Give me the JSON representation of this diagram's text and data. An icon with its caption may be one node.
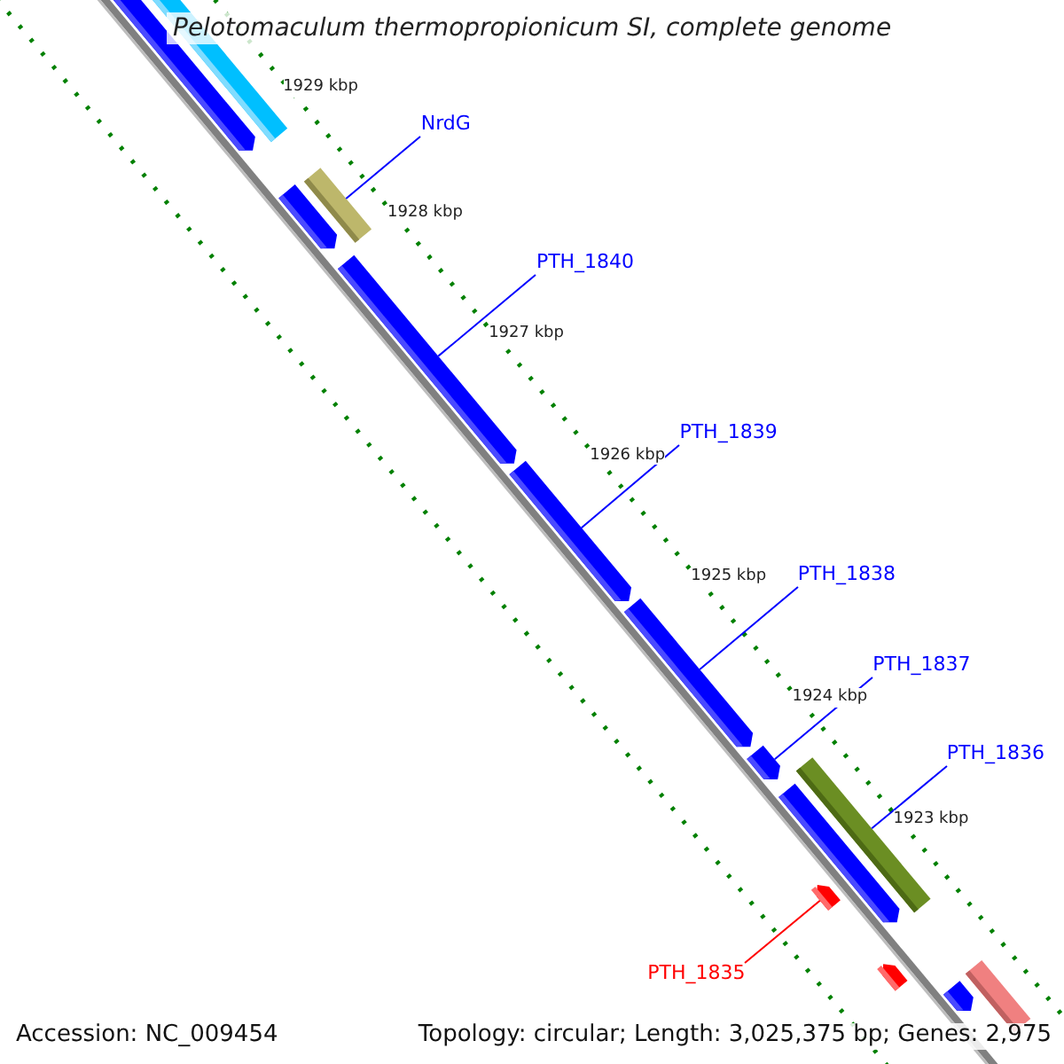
{
  "diagram": {
    "title": "Pelotomaculum thermopropionicum SI, complete genome",
    "nodes": [
      {
        "text": [],
        "shape": "bar"
      },
      {
        "text": [],
        "shape": "bar"
      },
      {
        "text": [],
        "shape": "bar"
      },
      {
        "text": [],
        "shape": "bar"
      },
      {
        "text": [],
        "shape": "bar"
      },
      {
        "text": [],
        "shape": "bar"
      },
      {
        "text": [],
        "shape": "bar"
      },
      {
        "text": [],
        "shape": "bar"
      },
      {
        "text": [],
        "shape": "bar"
      },
      {
        "text": [],
        "shape": "bar"
      },
      {
        "text": [],
        "shape": "bar"
      },
      {
        "text": [],
        "shape": "bar"
      },
      {
        "text": [],
        "shape": "bar"
      },
      {
        "text": [],
        "shape": "bar"
      },
      {
        "text": [
          "NrdG"
        ]
      },
      {
        "text": [
          "PTH_1840"
        ]
      },
      {
        "text": [
          "PTH_1839"
        ]
      },
      {
        "text": [
          "PTH_1838"
        ]
      },
      {
        "text": [
          "PTH_1837"
        ]
      },
      {
        "text": [
          "PTH_1836"
        ]
      },
      {
        "text": [
          "PTH_1835"
        ]
      }
    ],
    "edges": [
      {
        "from": 14,
        "to": 3,
        "arrow": "none"
      },
      {
        "from": 15,
        "to": 4,
        "arrow": "none"
      },
      {
        "from": 16,
        "to": 5,
        "arrow": "none"
      },
      {
        "from": 17,
        "to": 6,
        "arrow": "none"
      },
      {
        "from": 18,
        "to": 7,
        "arrow": "none"
      },
      {
        "from": 19,
        "to": 9,
        "arrow": "none"
      },
      {
        "from": 20,
        "to": 10,
        "arrow": "none",
        "color": "#ff0000"
      }
    ],
    "labels": [
      "1929 kbp",
      "1928 kbp",
      "1927 kbp",
      "1926 kbp",
      "1925 kbp",
      "1924 kbp",
      "1923 kbp",
      "Accession: NC_009454",
      "Topology: circular; Length: 3,025,375 bp; Genes: 2,975"
    ]
  }
}
